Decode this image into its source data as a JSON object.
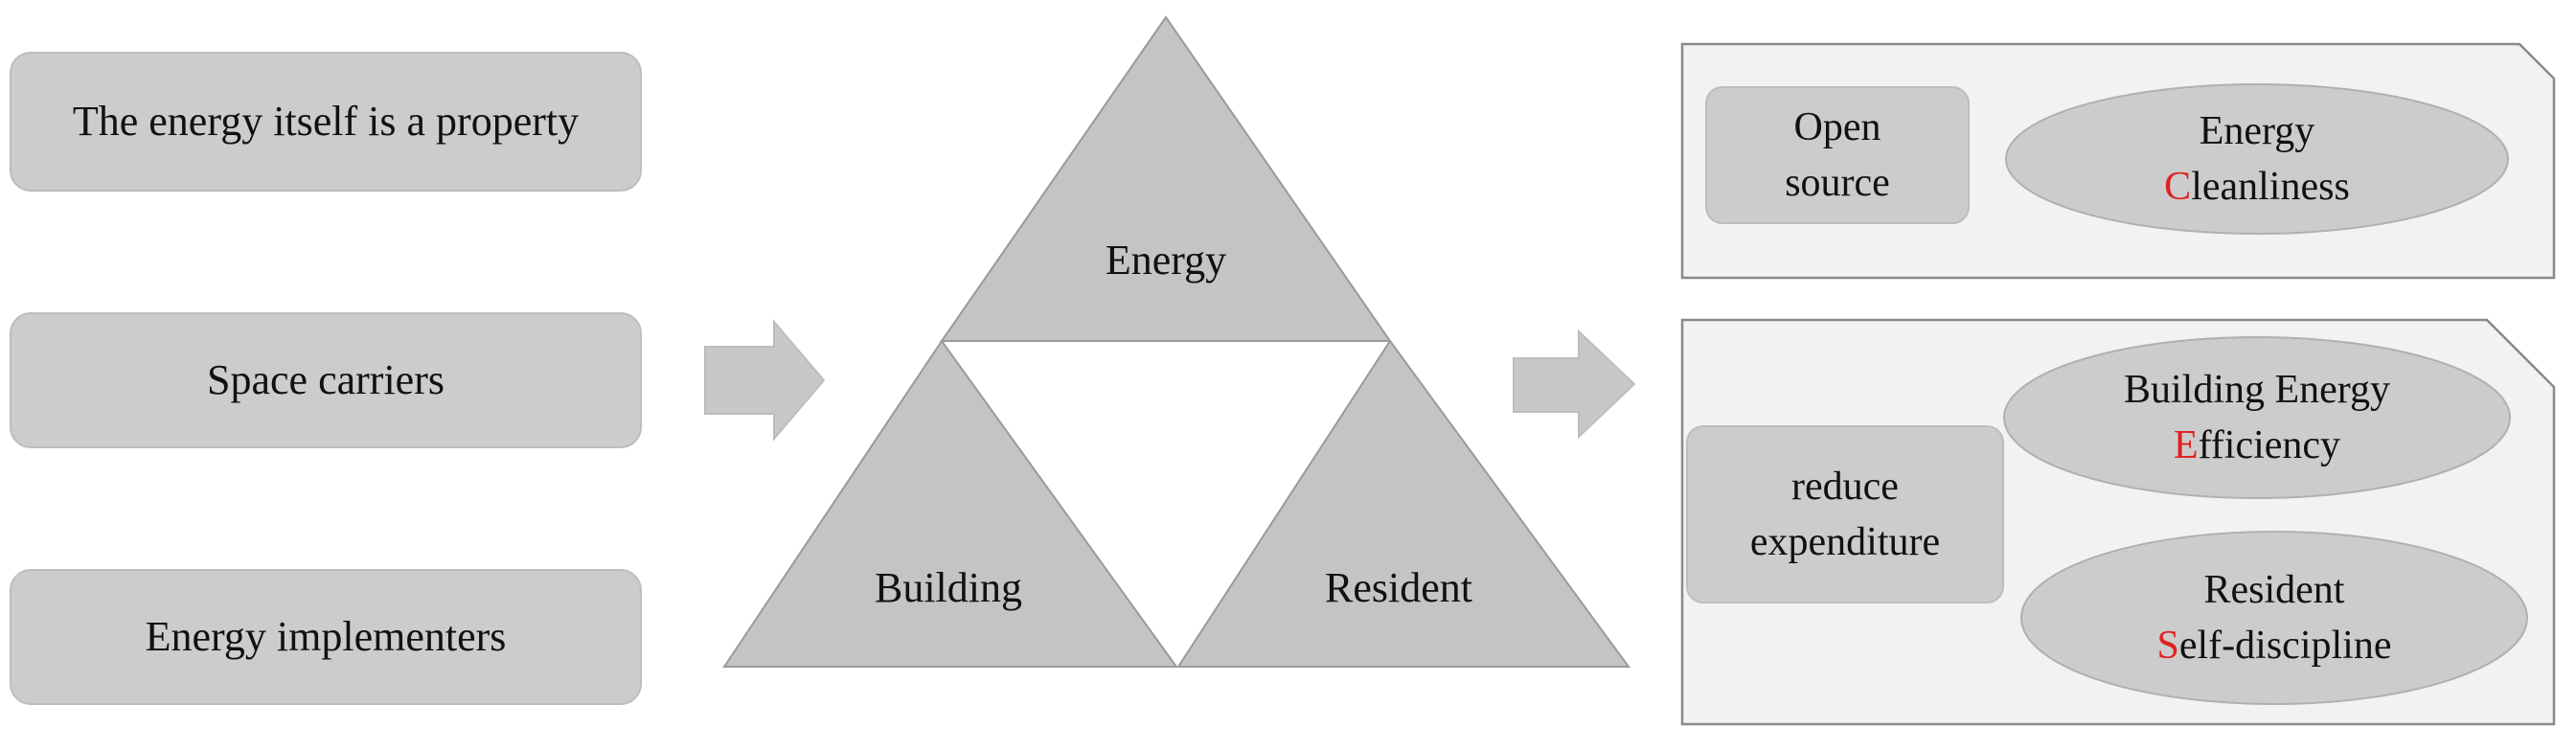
{
  "left_boxes": {
    "box1": "The energy itself is a property",
    "box2": "Space carriers",
    "box3": "Energy implementers"
  },
  "triangle": {
    "top": "Energy",
    "bottom_left": "Building",
    "bottom_right": "Resident"
  },
  "panel_top": {
    "box": {
      "line1": "Open",
      "line2": "source"
    },
    "ellipse": {
      "line1": "Energy",
      "first_letter": "C",
      "rest": "leanliness"
    }
  },
  "panel_bottom": {
    "box": {
      "line1": "reduce",
      "line2": "expenditure"
    },
    "ellipse_upper": {
      "line1": "Building Energy",
      "first_letter": "E",
      "rest": "fficiency"
    },
    "ellipse_lower": {
      "line1": "Resident",
      "first_letter": "S",
      "rest": "elf-discipline"
    }
  },
  "colors": {
    "shape_fill": "#cccccc",
    "panel_fill": "#f2f2f2",
    "highlight": "#e0201e"
  }
}
